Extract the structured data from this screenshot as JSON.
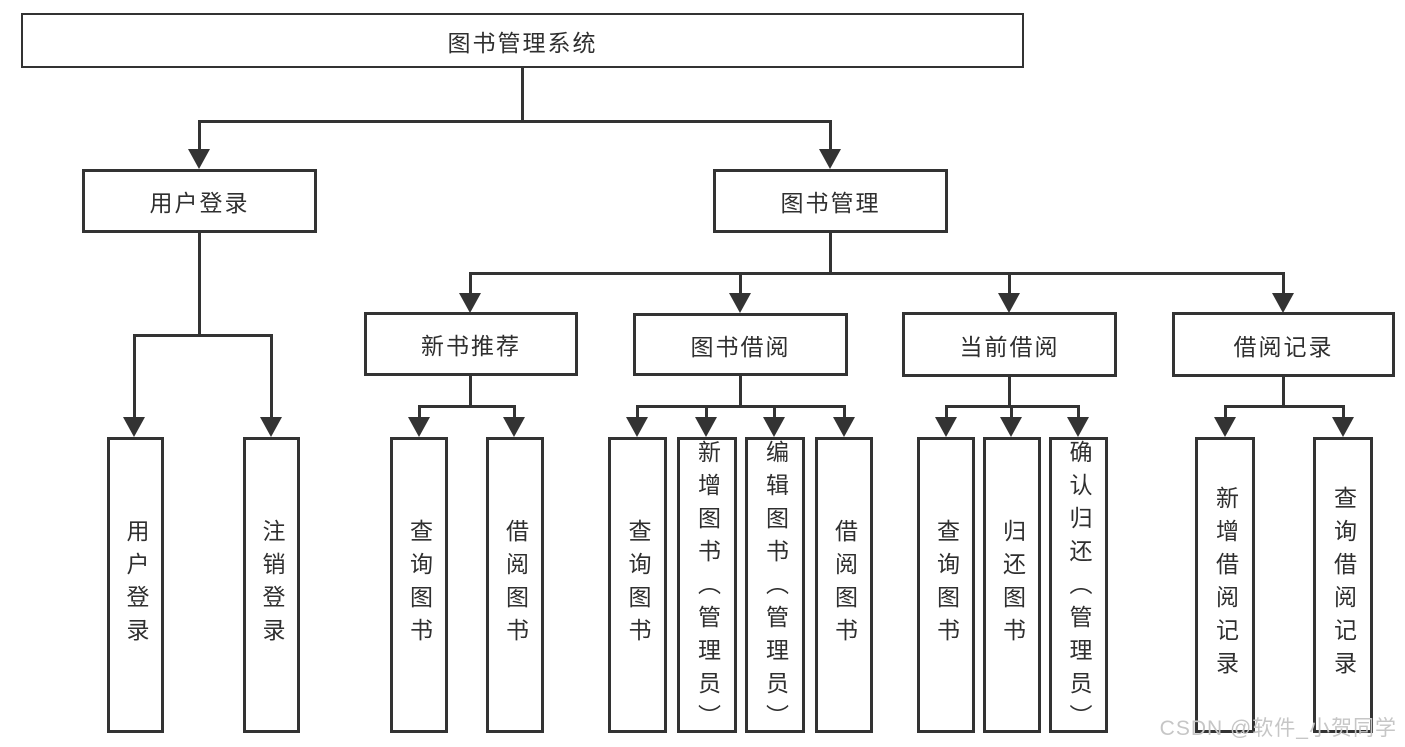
{
  "tree": {
    "root_label": "图书管理系统",
    "user_login": {
      "label": "用户登录",
      "leaf_login": "用户登录",
      "leaf_logout": "注销登录"
    },
    "book_mgmt": {
      "label": "图书管理",
      "new_book_rec": {
        "label": "新书推荐",
        "leaf_query": "查询图书",
        "leaf_borrow": "借阅图书"
      },
      "book_borrow": {
        "label": "图书借阅",
        "leaf_query": "查询图书",
        "leaf_add": "新增图书（管理员）",
        "leaf_edit": "编辑图书（管理员）",
        "leaf_borrow": "借阅图书"
      },
      "current_borrow": {
        "label": "当前借阅",
        "leaf_query": "查询图书",
        "leaf_return": "归还图书",
        "leaf_confirm": "确认归还（管理员）"
      },
      "borrow_records": {
        "label": "借阅记录",
        "leaf_add": "新增借阅记录",
        "leaf_query": "查询借阅记录"
      }
    }
  },
  "watermark": {
    "text": "CSDN @软件_小贺同学"
  },
  "colors": {
    "line": "#333333",
    "box_background": "#ffffff",
    "text": "#2f2f2f",
    "watermark": "#c6c6c6"
  }
}
